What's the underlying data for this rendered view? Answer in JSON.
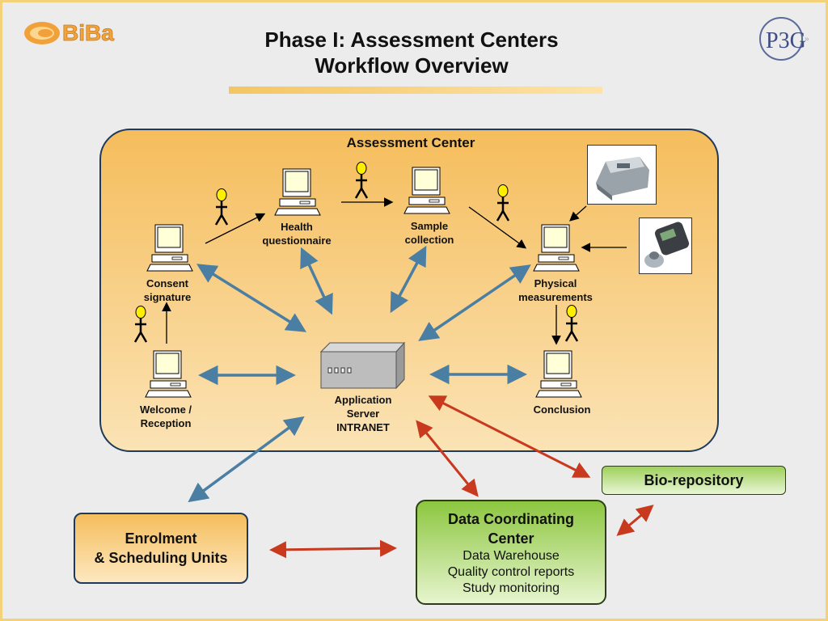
{
  "title": {
    "line1": "Phase I: Assessment Centers",
    "line2": "Workflow Overview"
  },
  "logos": {
    "left": "BiBa",
    "right": "P3G"
  },
  "assessment_center": {
    "title": "Assessment Center",
    "nodes": {
      "consent": {
        "line1": "Consent",
        "line2": "signature"
      },
      "health": {
        "line1": "Health",
        "line2": "questionnaire"
      },
      "sample": {
        "line1": "Sample",
        "line2": "collection"
      },
      "physical": {
        "line1": "Physical",
        "line2": "measurements"
      },
      "welcome": {
        "line1": "Welcome /",
        "line2": "Reception"
      },
      "conclusion": {
        "line1": "Conclusion"
      },
      "server": {
        "line1": "Application",
        "line2": "Server",
        "line3": "INTRANET"
      }
    }
  },
  "enrolment": {
    "line1": "Enrolment",
    "line2": "& Scheduling Units"
  },
  "dcc": {
    "title_line1": "Data Coordinating",
    "title_line2": "Center",
    "items": [
      "Data Warehouse",
      "Quality control reports",
      "Study monitoring"
    ]
  },
  "biorepository": {
    "label": "Bio-repository"
  },
  "colors": {
    "accent_orange": "#f5bd5c",
    "green": "#8cc63f",
    "blue_arrow": "#4a7ea3",
    "red_arrow": "#c8391e",
    "border_navy": "#1f3a5a"
  }
}
